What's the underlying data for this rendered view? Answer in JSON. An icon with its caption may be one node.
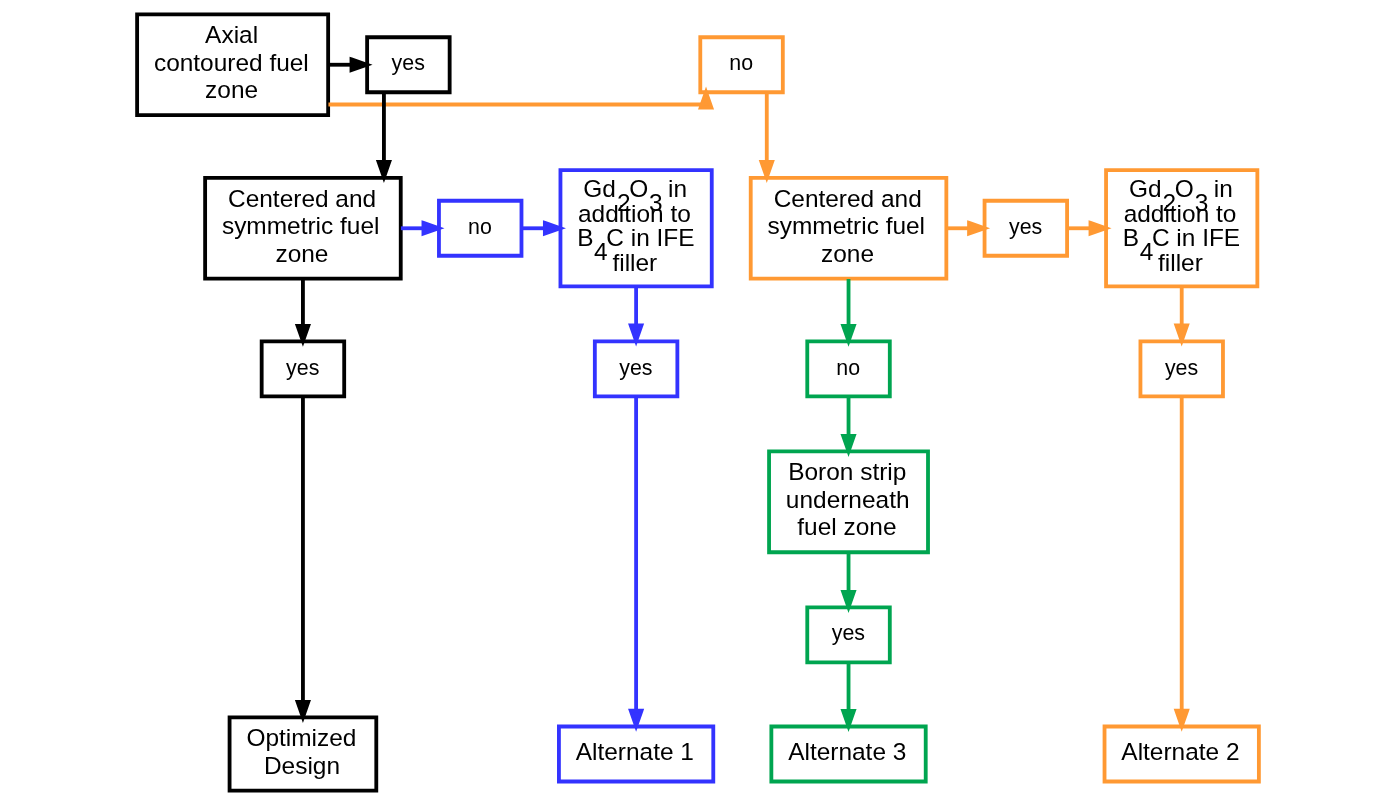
{
  "diagram": {
    "nodes": [
      {
        "text": [
          "Axial contoured fuel zone"
        ]
      },
      {
        "text": [
          "yes"
        ]
      },
      {
        "text": [
          "no"
        ]
      },
      {
        "text": [
          "Centered and symmetric fuel zone"
        ]
      },
      {
        "text": [
          "no"
        ]
      },
      {
        "text": [
          "Gd$_{2}$O$_{3}$ in addition to B$_{4}$C in IFE filler"
        ]
      },
      {
        "text": [
          "Gd$_{2}$O$_{3}$ in addition to B$_{4}$C in IFE filler"
        ]
      },
      {
        "text": [
          "yes"
        ]
      },
      {
        "text": [
          "Centered and symmetric fuel zone"
        ]
      },
      {
        "text": [
          "no"
        ]
      },
      {
        "text": [
          "Boron strip underneath fuel zone"
        ]
      },
      {
        "text": [
          "yes"
        ]
      },
      {
        "text": [
          "yes"
        ]
      },
      {
        "text": [
          "yes"
        ]
      },
      {
        "text": [
          "yes"
        ]
      },
      {
        "text": [
          "Optimized Design"
        ]
      },
      {
        "text": [
          "Alternate 1"
        ]
      },
      {
        "text": [
          "Alternate 2"
        ]
      },
      {
        "text": [
          "Alternate 3"
        ]
      }
    ],
    "edges": [
      {
        "from": 0,
        "to": 1,
        "arrow": "to",
        "color": "#000000"
      },
      {
        "from": 1,
        "to": 3,
        "arrow": "to",
        "color": "#000000"
      },
      {
        "from": 0,
        "to": 2,
        "arrow": "to",
        "color": "#ff9933"
      },
      {
        "from": 2,
        "to": 8,
        "arrow": "to",
        "color": "#ff9933"
      },
      {
        "from": 3,
        "to": 4,
        "arrow": "to",
        "color": "#3333ff"
      },
      {
        "from": 4,
        "to": 5,
        "arrow": "to",
        "color": "#3333ff"
      },
      {
        "from": 8,
        "to": 7,
        "arrow": "to",
        "color": "#ff9933"
      },
      {
        "from": 7,
        "to": 6,
        "arrow": "to",
        "color": "#ff9933"
      },
      {
        "from": 8,
        "to": 9,
        "arrow": "to",
        "color": "#00a550"
      },
      {
        "from": 9,
        "to": 10,
        "arrow": "to",
        "color": "#00a550"
      },
      {
        "from": 3,
        "to": 11,
        "arrow": "to",
        "color": "#000000"
      },
      {
        "from": 11,
        "to": 15,
        "arrow": "to",
        "color": "#000000"
      },
      {
        "from": 5,
        "to": 12,
        "arrow": "to",
        "color": "#3333ff"
      },
      {
        "from": 12,
        "to": 16,
        "arrow": "to",
        "color": "#3333ff"
      },
      {
        "from": 6,
        "to": 13,
        "arrow": "to",
        "color": "#ff9933"
      },
      {
        "from": 13,
        "to": 17,
        "arrow": "to",
        "color": "#ff9933"
      },
      {
        "from": 10,
        "to": 14,
        "arrow": "to",
        "color": "#00a550"
      },
      {
        "from": 14,
        "to": 18,
        "arrow": "to",
        "color": "#00a550"
      }
    ]
  }
}
